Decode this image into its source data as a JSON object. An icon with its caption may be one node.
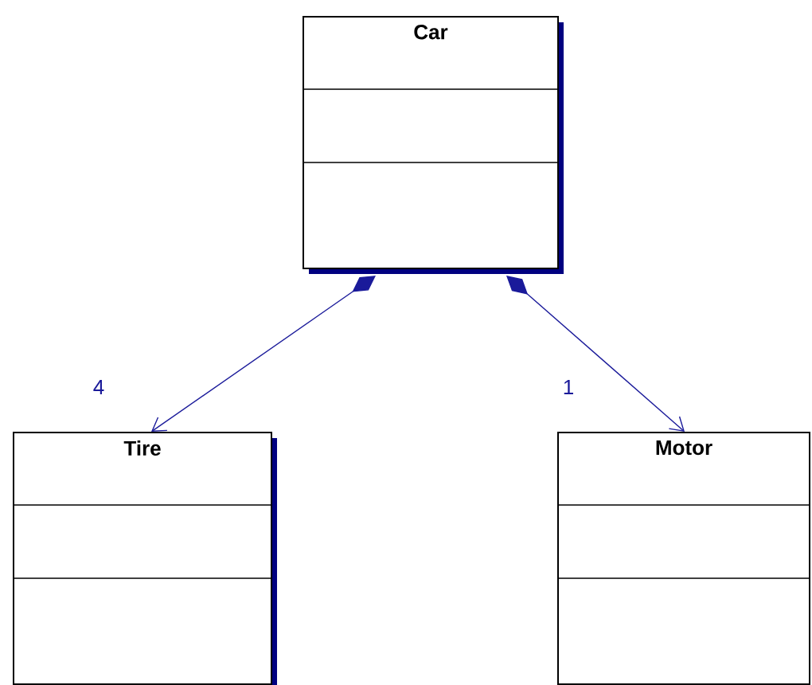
{
  "diagram": {
    "nodes": [
      {
        "text": [
          "Car"
        ]
      },
      {
        "text": [
          "Tire"
        ]
      },
      {
        "text": [
          "Motor"
        ]
      }
    ],
    "edges": [
      {
        "from": 0,
        "to": 1,
        "arrow": "to",
        "label": "4"
      },
      {
        "from": 0,
        "to": 2,
        "arrow": "to",
        "label": "1"
      }
    ]
  }
}
